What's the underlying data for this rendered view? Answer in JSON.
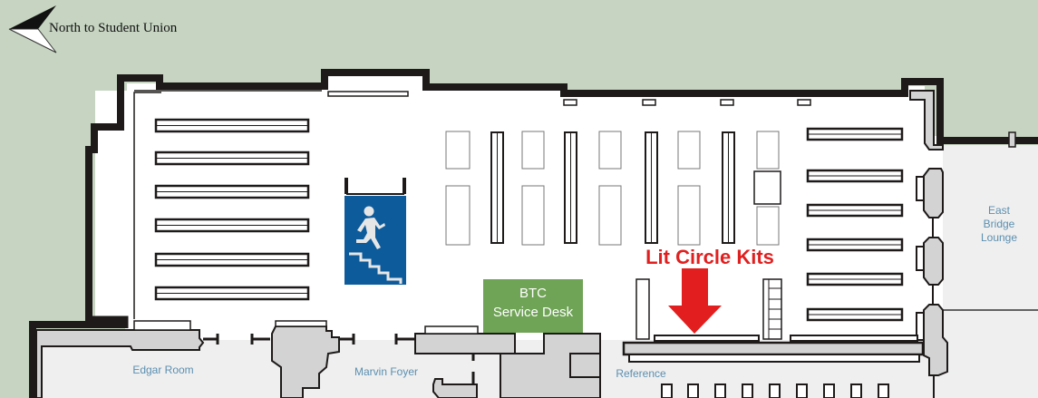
{
  "compass": {
    "label": "North to Student Union",
    "icon": "north-arrow-icon"
  },
  "rooms": {
    "edgar": "Edgar Room",
    "marvin": "Marvin Foyer",
    "reference": "Reference",
    "east_bridge": [
      "East",
      "Bridge",
      "Lounge"
    ]
  },
  "service_desk": {
    "line1": "BTC",
    "line2": "Service Desk",
    "color": "#6fa356"
  },
  "highlight": {
    "label": "Lit Circle Kits",
    "color": "#e31e1e",
    "icon": "down-arrow-icon"
  },
  "stairs": {
    "icon": "emergency-stairs-icon",
    "color": "#0d5b9b"
  },
  "colors": {
    "grass": "#c6d4c1",
    "floor": "#ffffff",
    "hall": "#efefef",
    "wall": "#1e1a1a",
    "fixture": "#d3d3d3",
    "room_text": "#5b8fb0"
  }
}
